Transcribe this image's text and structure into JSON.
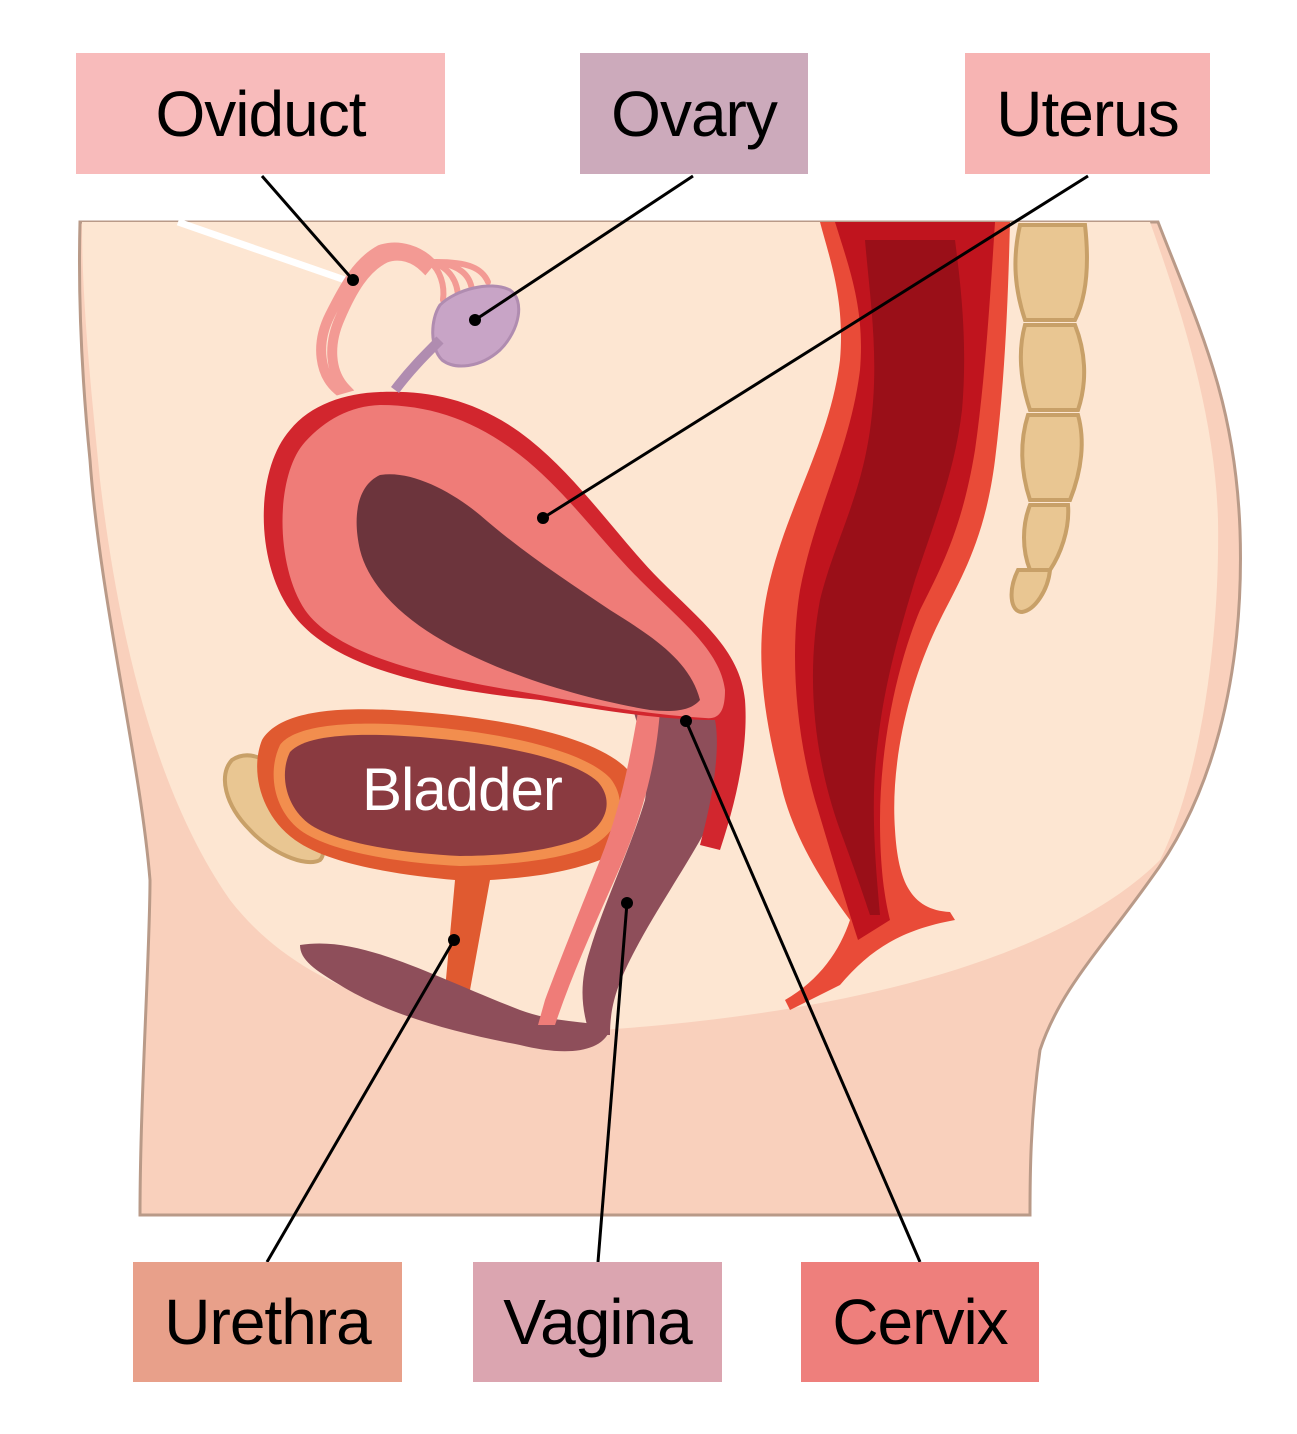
{
  "labels": {
    "oviduct": "Oviduct",
    "ovary": "Ovary",
    "uterus": "Uterus",
    "urethra": "Urethra",
    "vagina": "Vagina",
    "cervix": "Cervix",
    "bladder": "Bladder"
  },
  "colors": {
    "oviduct_box": "#f8bbbb",
    "ovary_box": "#ccaabb",
    "uterus_box": "#f7b4b3",
    "urethra_box": "#e8a08a",
    "vagina_box": "#dba5b0",
    "cervix_box": "#ee7f7c",
    "skin": "#f9d0bc",
    "interior": "#fde6d2",
    "uterus_outer": "#d2262e",
    "uterus_mid": "#ef7c78",
    "uterus_cavity": "#6c343c",
    "rectum": "#c0141e",
    "bladder": "#8a3a40",
    "bone": "#e9c692"
  }
}
